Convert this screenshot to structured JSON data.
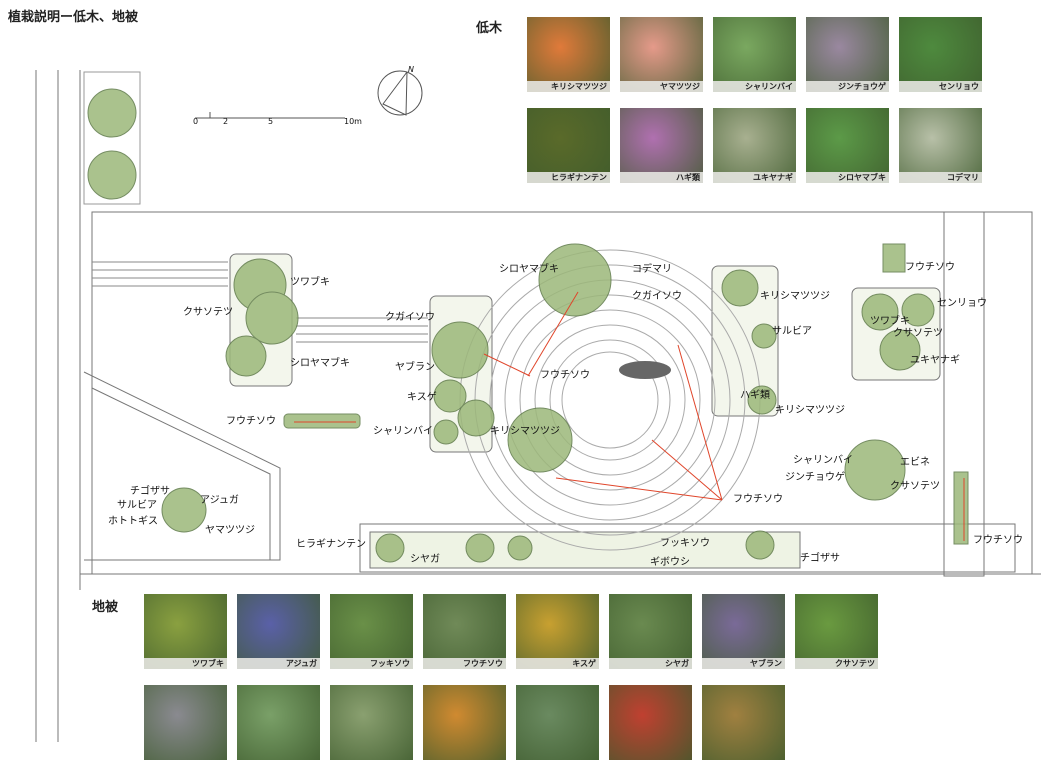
{
  "title": "植栽説明ー低木、地被",
  "scale_labels": [
    "0",
    "2",
    "5",
    "10m"
  ],
  "north_label": "N",
  "shrubs": {
    "heading": "低木",
    "photos": [
      {
        "label": "キリシマツツジ",
        "color": "#e07a3a"
      },
      {
        "label": "ヤマツツジ",
        "color": "#e59a8a"
      },
      {
        "label": "シャリンバイ",
        "color": "#7aa860"
      },
      {
        "label": "ジンチョウゲ",
        "color": "#9a88a0"
      },
      {
        "label": "センリョウ",
        "color": "#4e8a3e"
      },
      {
        "label": "ヒラギナンテン",
        "color": "#5a6a2a"
      },
      {
        "label": "ハギ類",
        "color": "#b070b0"
      },
      {
        "label": "ユキヤナギ",
        "color": "#a8b090"
      },
      {
        "label": "シロヤマブキ",
        "color": "#5c9a48"
      },
      {
        "label": "コデマリ",
        "color": "#b8c0a8"
      }
    ]
  },
  "groundcover": {
    "heading": "地被",
    "photos": [
      {
        "label": "ツワブキ",
        "color": "#8aa040"
      },
      {
        "label": "アジュガ",
        "color": "#5a60a8"
      },
      {
        "label": "フッキソウ",
        "color": "#6a9048"
      },
      {
        "label": "フウチソウ",
        "color": "#708a58"
      },
      {
        "label": "キスゲ",
        "color": "#c8a030"
      },
      {
        "label": "シヤガ",
        "color": "#6a8a50"
      },
      {
        "label": "ヤブラン",
        "color": "#7a6a98"
      },
      {
        "label": "クサソテツ",
        "color": "#6a9a40"
      },
      {
        "label": "",
        "color": "#8a8a90"
      },
      {
        "label": "",
        "color": "#7aa068"
      },
      {
        "label": "",
        "color": "#8aa070"
      },
      {
        "label": "",
        "color": "#d08a30"
      },
      {
        "label": "",
        "color": "#6a8a60"
      },
      {
        "label": "",
        "color": "#c04030"
      },
      {
        "label": "",
        "color": "#a08040"
      }
    ]
  },
  "plan_labels": [
    "ツワブキ",
    "クサソテツ",
    "シロヤマブキ",
    "フウチソウ",
    "クガイソウ",
    "ヤブラン",
    "キスゲ",
    "シャリンバイ",
    "キリシマツツジ",
    "シロヤマブキ",
    "コデマリ",
    "クガイソウ",
    "フウチソウ",
    "キリシマツツジ",
    "サルビア",
    "ハギ類",
    "キリシマツツジ",
    "フウチソウ",
    "センリョウ",
    "ツワブキ",
    "クサソテツ",
    "ユキヤナギ",
    "シャリンバイ",
    "エビネ",
    "ジンチョウゲ",
    "クサソテツ",
    "フウチソウ",
    "フウチソウ",
    "チゴザサ",
    "アジュガ",
    "サルビア",
    "ホトトギス",
    "ヤマツツジ",
    "ヒラギナンテン",
    "シヤガ",
    "フッキソウ",
    "ギボウシ",
    "チゴザサ"
  ]
}
